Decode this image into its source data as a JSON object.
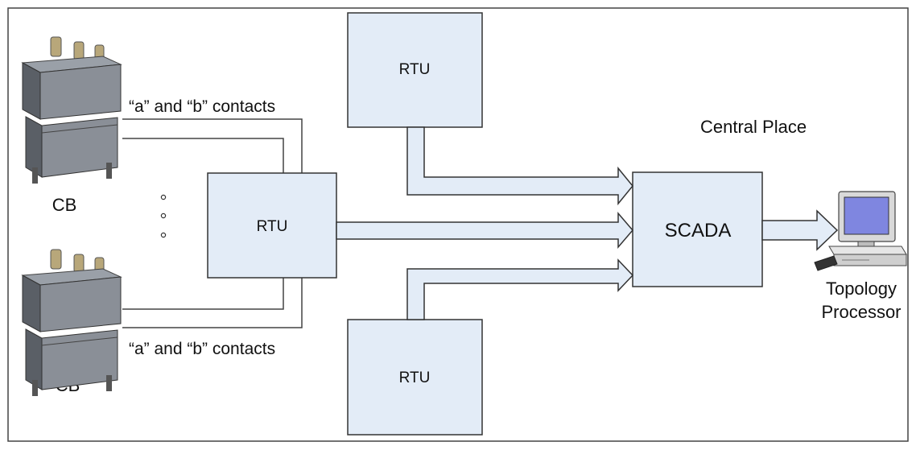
{
  "diagram": {
    "rtu_label": "RTU",
    "scada_label": "SCADA",
    "central_place": "Central Place",
    "cb_label": "CB",
    "contacts_label": "“a” and “b” contacts",
    "topology_processor_line1": "Topology",
    "topology_processor_line2": "Processor",
    "colors": {
      "box_fill": "#e3ecf7",
      "box_stroke": "#333333",
      "arrow_fill": "#e3ecf7",
      "cb_body": "#8a8f97",
      "cb_dark": "#5a5f66",
      "cb_bushing": "#b8a77a",
      "monitor_screen": "#7f86e0",
      "pc_body": "#d9d9d9"
    }
  }
}
